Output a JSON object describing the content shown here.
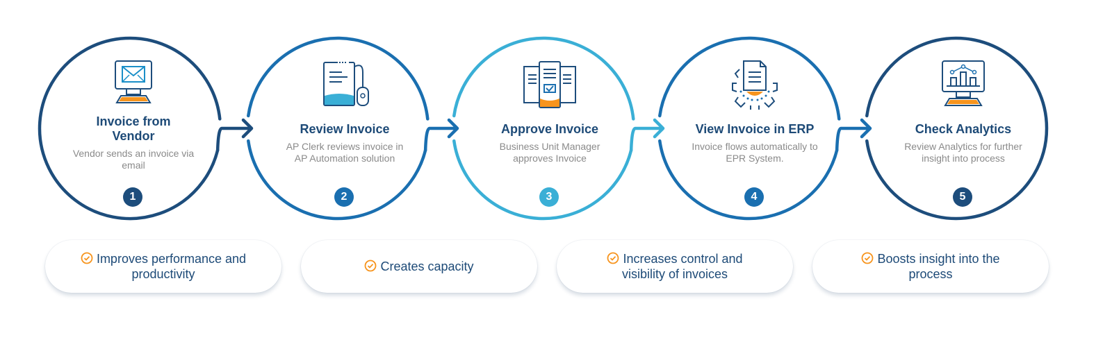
{
  "colors": {
    "navy": "#1d4d7c",
    "blue": "#1a6fb0",
    "cyan": "#3aafd6",
    "orange": "#f7941d",
    "title": "#1d4a77",
    "desc": "#8a8a8a"
  },
  "steps": [
    {
      "number": "1",
      "title": "Invoice from Vendor",
      "description": "Vendor sends an invoice via email",
      "icon": "monitor-email-icon",
      "color": "#1d4d7c"
    },
    {
      "number": "2",
      "title": "Review Invoice",
      "description": "AP Clerk reviews invoice in AP Automation solution",
      "icon": "document-mouse-icon",
      "color": "#1a6fb0"
    },
    {
      "number": "3",
      "title": "Approve Invoice",
      "description": "Business Unit Manager approves Invoice",
      "icon": "documents-checkbox-icon",
      "color": "#3aafd6"
    },
    {
      "number": "4",
      "title": "View Invoice in ERP",
      "description": "Invoice flows automatically to EPR System.",
      "icon": "document-gear-icon",
      "color": "#1a6fb0"
    },
    {
      "number": "5",
      "title": "Check Analytics",
      "description": "Review Analytics for further insight into process",
      "icon": "monitor-chart-icon",
      "color": "#1d4d7c"
    }
  ],
  "benefits": [
    {
      "text": "Improves performance and productivity",
      "icon": "check-circle-icon"
    },
    {
      "text": "Creates capacity",
      "icon": "check-circle-icon"
    },
    {
      "text": "Increases control and visibility of invoices",
      "icon": "check-circle-icon"
    },
    {
      "text": "Boosts insight into the process",
      "icon": "check-circle-icon"
    }
  ]
}
